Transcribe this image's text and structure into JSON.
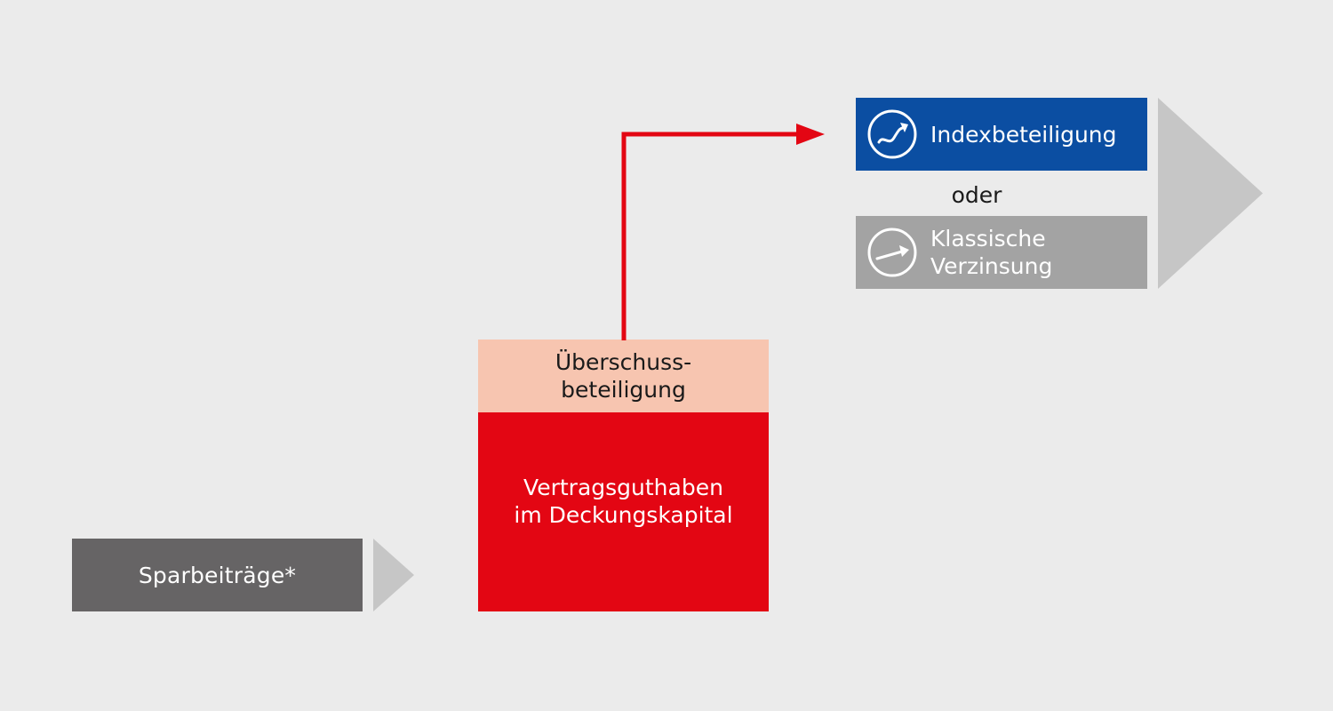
{
  "savings": {
    "label": "Sparbeiträge*"
  },
  "contract": {
    "surplus_label": "Überschuss-\nbeteiligung",
    "balance_label": "Vertragsguthaben\nim Deckungskapital"
  },
  "options": {
    "index_label": "Indexbeteiligung",
    "or_label": "oder",
    "classic_label": "Klassische\nVerzinsung"
  },
  "colors": {
    "background": "#ebebeb",
    "savings": "#666465",
    "chevron": "#c6c6c6",
    "surplus": "#f7c5b0",
    "contract": "#e30613",
    "flow_arrow": "#e30613",
    "index": "#0b4ea2",
    "classic": "#a3a3a3"
  },
  "icons": {
    "index": "curved-up-arrow-icon",
    "classic": "straight-arrow-icon",
    "chevron": "chevron-right-icon"
  }
}
